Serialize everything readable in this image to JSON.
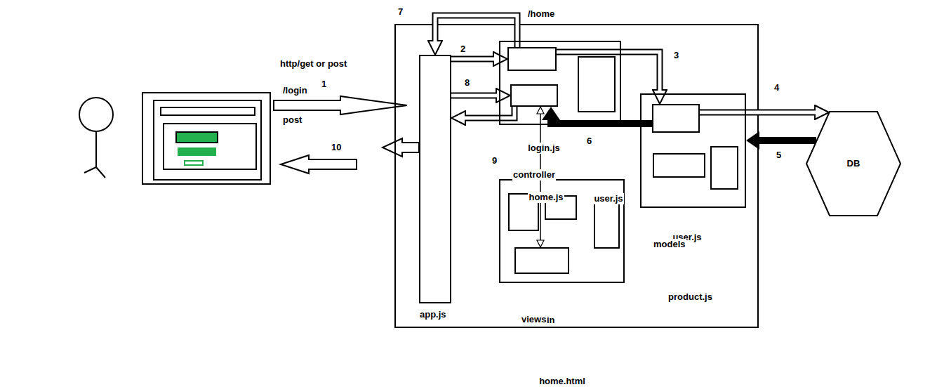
{
  "diagram": {
    "nodes": [
      {
        "text": [
          "app.js"
        ]
      },
      {
        "text": [
          "controller"
        ]
      },
      {
        "text": [
          "login.js"
        ],
        "in": 1
      },
      {
        "text": [
          "home.js"
        ],
        "in": 1
      },
      {
        "text": [
          "user.js"
        ],
        "in": 1
      },
      {
        "text": [
          "models"
        ]
      },
      {
        "text": [
          "user.js"
        ],
        "in": 5
      },
      {
        "text": [
          "product.js"
        ],
        "in": 5
      },
      {
        "text": [
          "views"
        ]
      },
      {
        "text": [
          "login"
        ],
        "in": 8
      },
      {
        "text": [
          "home.html"
        ],
        "in": 8
      },
      {
        "text": [
          "DB"
        ]
      }
    ],
    "edges": [
      {
        "from": 0,
        "to": 2,
        "arrow": "to"
      },
      {
        "from": 2,
        "to": 6,
        "arrow": "to"
      },
      {
        "from": 6,
        "to": 11,
        "arrow": "to"
      },
      {
        "from": 11,
        "to": 5,
        "arrow": "to"
      },
      {
        "from": 6,
        "to": 3,
        "arrow": "to"
      },
      {
        "from": 2,
        "to": 0,
        "arrow": "to"
      },
      {
        "from": 0,
        "to": 3,
        "arrow": "to"
      },
      {
        "from": 3,
        "to": 10,
        "arrow": "both"
      },
      {
        "from": 3,
        "to": 0,
        "arrow": "to"
      }
    ],
    "labels": [
      "7",
      "/home",
      "2",
      "http/get or post",
      "3",
      "/login",
      "1",
      "8",
      "4",
      "post",
      "6",
      "10",
      "5",
      "9"
    ]
  }
}
